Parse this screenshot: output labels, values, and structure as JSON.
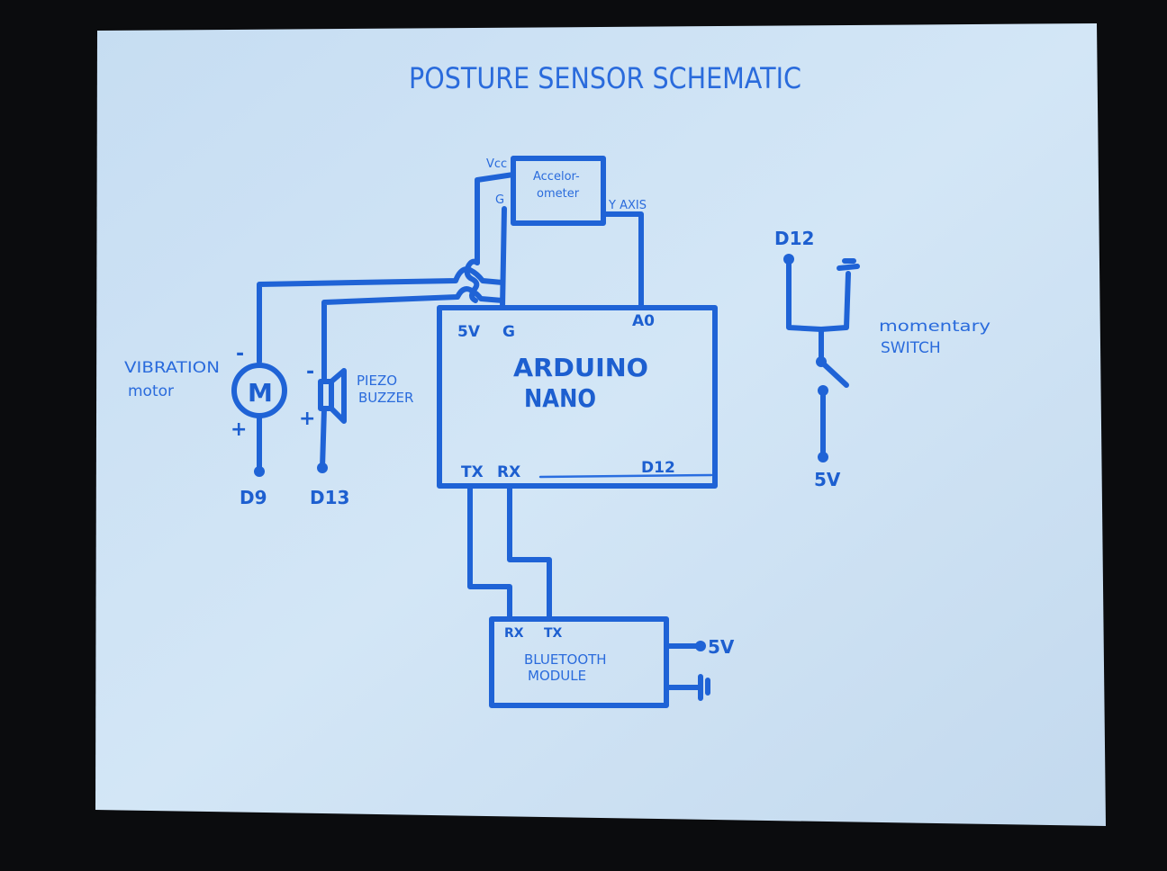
{
  "title": "POSTURE SENSOR SCHEMATIC",
  "accelerometer": {
    "label_line1": "Accelor-",
    "label_line2": "ometer",
    "pin_vcc": "Vcc",
    "pin_gnd": "G",
    "pin_y": "Y AXIS"
  },
  "arduino": {
    "label_line1": "ARDUINO",
    "label_line2": "NANO",
    "pin_5v": "5V",
    "pin_gnd": "G",
    "pin_a0": "A0",
    "pin_tx": "TX",
    "pin_rx": "RX",
    "pin_d12": "D12"
  },
  "vibration_motor": {
    "label_line1": "VIBRATION",
    "label_line2": "motor",
    "symbol": "M",
    "minus": "-",
    "plus": "+",
    "pin": "D9"
  },
  "piezo_buzzer": {
    "label_line1": "PIEZO",
    "label_line2": "BUZZER",
    "minus": "-",
    "plus": "+",
    "pin": "D13"
  },
  "momentary_switch": {
    "label_line1": "momentary",
    "label_line2": "SWITCH",
    "pin_top": "D12",
    "pin_bottom": "5V"
  },
  "bluetooth": {
    "label_line1": "BLUETOOTH",
    "label_line2": "MODULE",
    "pin_rx": "RX",
    "pin_tx": "TX",
    "power": "5V"
  },
  "colors": {
    "paper": "#cfe3f4",
    "ink": "#1f63d6",
    "background": "#0b0c0e"
  }
}
